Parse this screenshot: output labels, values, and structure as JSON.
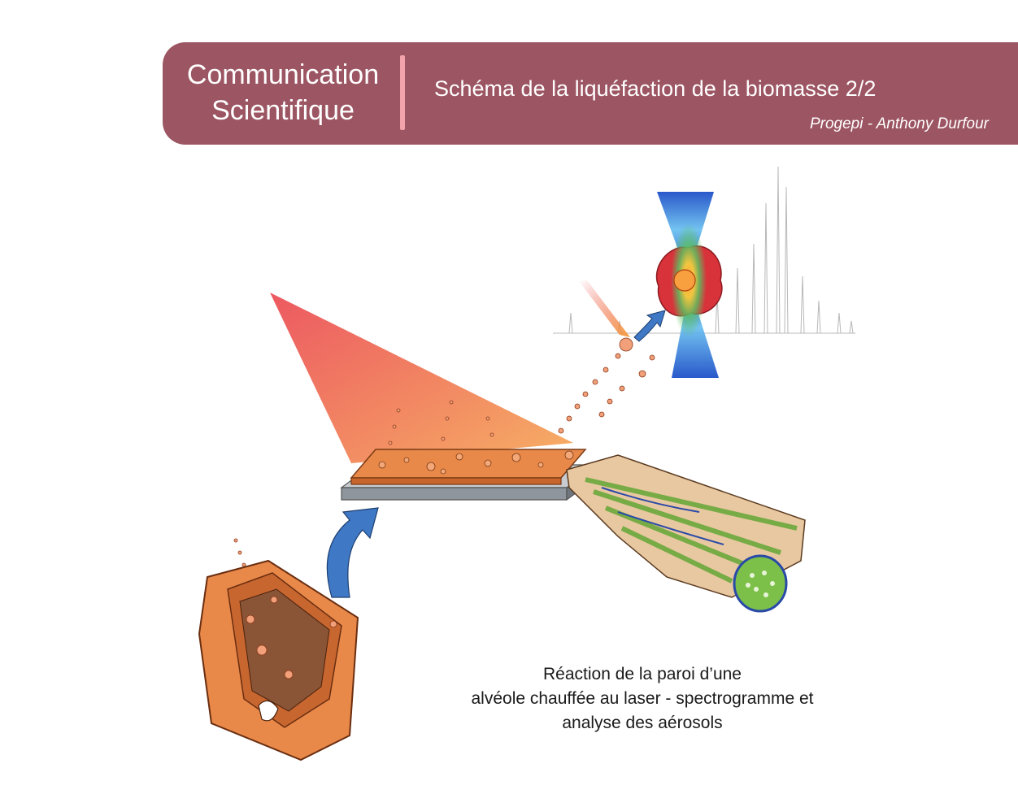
{
  "header": {
    "brand_line1": "Communication",
    "brand_line2": "Scientifique",
    "title": "Schéma de la liquéfaction de la biomasse 2/2",
    "author": "Progepi - Anthony Durfour"
  },
  "caption": {
    "line1": "Réaction de la paroi d’une",
    "line2": "alvéole chauffée au laser - spectrogramme et",
    "line3": "analyse des aérosols"
  },
  "colors": {
    "banner": "#9c5562",
    "divider": "#f3a3ab",
    "biomass": "#e8894a",
    "plate": "#9aa0a6",
    "arrow": "#3f78c4",
    "laser": "#e84a3a",
    "fiber": "#7cc04a"
  },
  "illustration": {
    "icons": [
      "biomass-cell-icon",
      "blue-arrow-icon",
      "heated-plate-icon",
      "laser-beam-icon",
      "aerosol-droplet-icon",
      "spectrogram-icon",
      "plasma-burst-icon",
      "fiber-bundle-icon"
    ]
  }
}
